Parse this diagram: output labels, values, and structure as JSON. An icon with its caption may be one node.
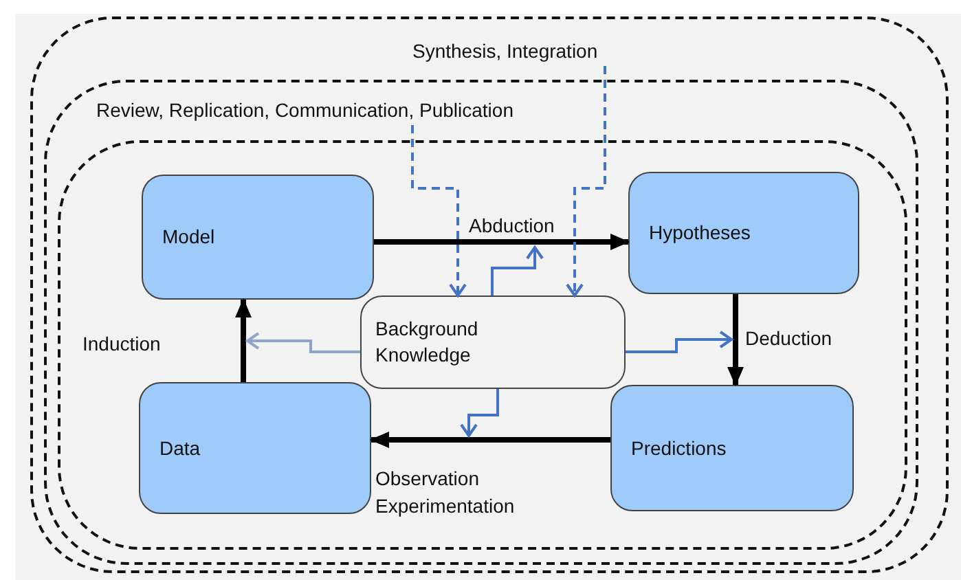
{
  "diagram": {
    "nodes": [
      {
        "text": [
          "Synthesis, Integration"
        ]
      },
      {
        "text": [
          "Review, Replication, Communication, Publication"
        ],
        "in": 0
      },
      {
        "text": [],
        "shape": "box",
        "in": 1
      },
      {
        "text": [
          "Model"
        ],
        "in": 2
      },
      {
        "text": [
          "Hypotheses"
        ],
        "in": 2
      },
      {
        "text": [
          "Background Knowledge"
        ],
        "in": 2
      },
      {
        "text": [
          "Data"
        ],
        "in": 2
      },
      {
        "text": [
          "Predictions"
        ],
        "in": 2
      }
    ],
    "edges": [
      {
        "from": 3,
        "to": 4,
        "arrow": "to",
        "label": "Abduction",
        "style": "thick",
        "color": "#000000"
      },
      {
        "from": 4,
        "to": 7,
        "arrow": "to",
        "label": "Deduction",
        "style": "thick",
        "color": "#000000"
      },
      {
        "from": 7,
        "to": 6,
        "arrow": "to",
        "label": "Observation Experimentation",
        "style": "thick",
        "color": "#000000"
      },
      {
        "from": 6,
        "to": 3,
        "arrow": "to",
        "label": "Induction",
        "style": "thick",
        "color": "#000000"
      },
      {
        "from": 0,
        "to": 5,
        "arrow": "to",
        "style": "dashed"
      },
      {
        "from": 1,
        "to": 5,
        "arrow": "to",
        "style": "dashed"
      },
      {
        "from": 5,
        "to": null,
        "arrow": "to"
      },
      {
        "from": 5,
        "to": null,
        "arrow": "to"
      },
      {
        "from": 5,
        "to": null,
        "arrow": "to",
        "color": "#8ea4c8"
      },
      {
        "from": 5,
        "to": null,
        "arrow": "to"
      }
    ]
  }
}
